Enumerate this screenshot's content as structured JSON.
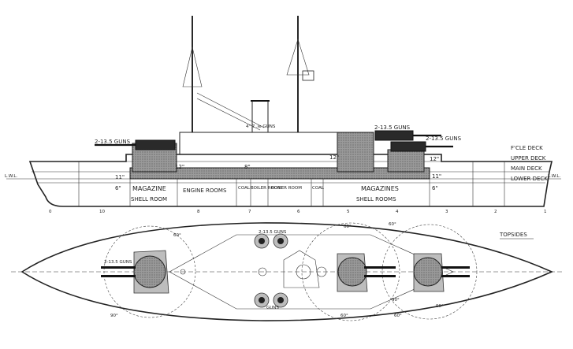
{
  "profile": {
    "guns_fwd_label": "2-13.5 GUNS",
    "guns_mid_label": "2-13.5 GUNS",
    "guns_aft_label": "2-13.5 GUNS",
    "small_guns_label": "4\" 7 .ie GUNS",
    "deck_labels": [
      "F'CLE DECK",
      "UPPER DECK",
      "MAIN DECK",
      "LOWER DECK"
    ],
    "armor_12_a": "12\"",
    "armor_12_b": "12\"",
    "armor_12_c": "12\"",
    "armor_11_a": "11\"",
    "armor_11_b": "11\"",
    "armor_8": "8\"",
    "armor_6_a": "6\"",
    "armor_6_b": "6\"",
    "lwl_left": "L.W.L.",
    "lwl_right": "L.W.L.",
    "magazine": "MAGAZINE",
    "shell_room": "SHELL ROOM",
    "engine_rooms": "ENGINE ROOMS",
    "coal_1": "COAL",
    "boiler_room": "BOILER ROOM",
    "boiler_room_2": "BOILER ROOM",
    "coal_2": "COAL",
    "magazines": "MAGAZINES",
    "shell_rooms": "SHELL ROOMS",
    "station_numbers": [
      "0",
      "10",
      "8",
      "7",
      "6",
      "5",
      "4",
      "3",
      "2",
      "1"
    ]
  },
  "plan": {
    "title": "TOPSIDES",
    "guns_label": "2-13.5 GUNS",
    "upper_guns": "2-13.5 GUNS",
    "lower_guns": "GUNS",
    "angles": [
      "60°",
      "60°",
      "60°",
      "90°",
      "90°",
      "90°",
      "60°",
      "60°"
    ]
  }
}
